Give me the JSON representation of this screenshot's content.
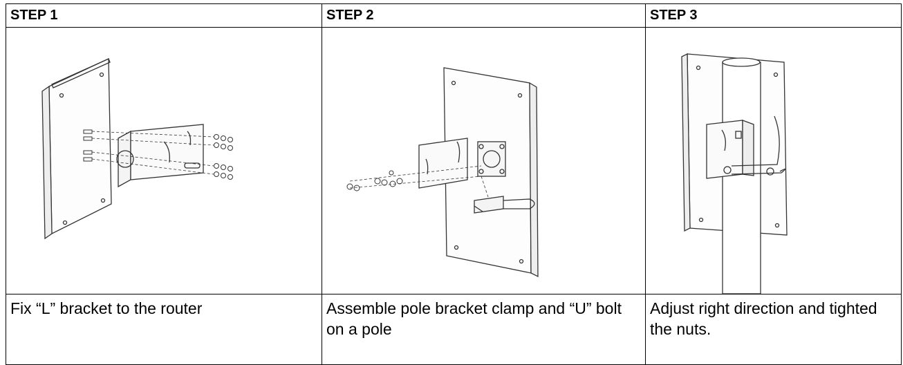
{
  "steps": [
    {
      "header": "STEP 1",
      "caption": "Fix “L” bracket to the router"
    },
    {
      "header": "STEP 2",
      "caption": "Assemble pole bracket clamp and “U” bolt on a pole"
    },
    {
      "header": "STEP 3",
      "caption": "Adjust right direction and tighted the nuts."
    }
  ],
  "icons": [
    "antenna-l-bracket-illustration",
    "pole-bracket-u-bolt-illustration",
    "mounted-on-pole-illustration"
  ]
}
